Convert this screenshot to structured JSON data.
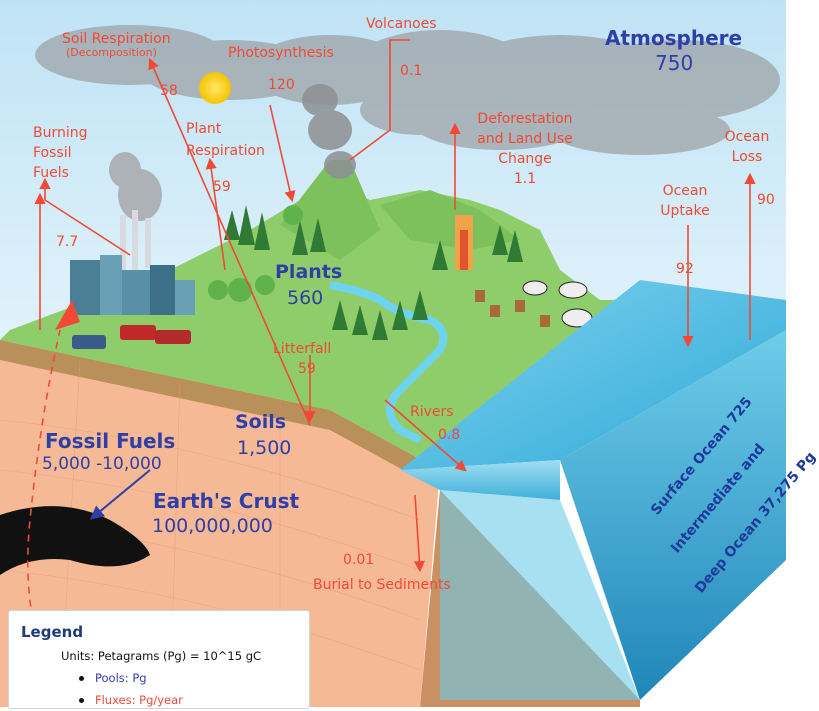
{
  "atmosphere": {
    "label": "Atmosphere",
    "value": "750"
  },
  "plants": {
    "label": "Plants",
    "value": "560"
  },
  "soils": {
    "label": "Soils",
    "value": "1,500"
  },
  "fossil_fuels": {
    "label": "Fossil Fuels",
    "value": "5,000 -10,000"
  },
  "earths_crust": {
    "label": "Earth's Crust",
    "value": "100,000,000"
  },
  "surface_ocean": {
    "label": "Surface Ocean",
    "value": "725"
  },
  "deep_ocean": {
    "label_line1": "Intermediate and",
    "label_line2": "Deep Ocean",
    "value": "37,275 Pg"
  },
  "fluxes": {
    "soil_respiration": {
      "label": "Soil Respiration",
      "sub": "(Decomposition)",
      "value": "58"
    },
    "photosynthesis": {
      "label": "Photosynthesis",
      "value": "120"
    },
    "volcanoes": {
      "label": "Volcanoes",
      "value": "0.1"
    },
    "plant_respiration": {
      "line1": "Plant",
      "line2": "Respiration",
      "value": "59"
    },
    "burning_fossil_fuels": {
      "line1": "Burning",
      "line2": "Fossil",
      "line3": "Fuels",
      "value": "7.7"
    },
    "deforestation": {
      "line1": "Deforestation",
      "line2": "and Land Use",
      "line3": "Change",
      "value": "1.1"
    },
    "ocean_uptake": {
      "line1": "Ocean",
      "line2": "Uptake",
      "value": "92"
    },
    "ocean_loss": {
      "line1": "Ocean",
      "line2": "Loss",
      "value": "90"
    },
    "litterfall": {
      "label": "Litterfall",
      "value": "59"
    },
    "rivers": {
      "label": "Rivers",
      "value": "0.8"
    },
    "burial": {
      "label": "Burial to Sediments",
      "value": "0.01"
    }
  },
  "legend": {
    "title": "Legend",
    "units": "Units: Petagrams (Pg) = 10^15 gC",
    "pools": "Pools: Pg",
    "fluxes": "Fluxes: Pg/year"
  },
  "colors": {
    "flux": "#f04a36",
    "pool": "#2f3fa8",
    "ocean": "#43b8dc",
    "land": "#8fcd6a",
    "crust": "#f5b48f"
  }
}
